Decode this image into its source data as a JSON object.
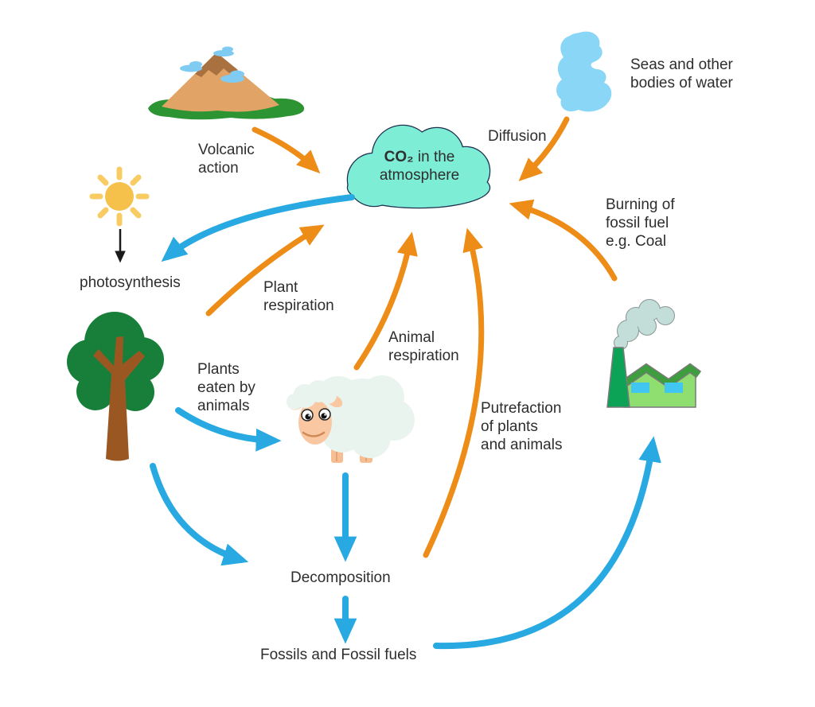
{
  "diagram": {
    "subject": "carbon-cycle",
    "cloud_label": {
      "co2": "CO₂",
      "line1_rest": " in the",
      "line2": "atmosphere"
    },
    "labels": {
      "volcanic_action": [
        "Volcanic",
        "action"
      ],
      "diffusion": [
        "Diffusion"
      ],
      "seas": [
        "Seas and other",
        "bodies of water"
      ],
      "burning_fossil_fuel": [
        "Burning of",
        "fossil fuel",
        "e.g. Coal"
      ],
      "photosynthesis": [
        "photosynthesis"
      ],
      "plant_respiration": [
        "Plant",
        "respiration"
      ],
      "animal_respiration": [
        "Animal",
        "respiration"
      ],
      "plants_eaten_by_animals": [
        "Plants",
        "eaten by",
        "animals"
      ],
      "putrefaction": [
        "Putrefaction",
        "of plants",
        "and animals"
      ],
      "decomposition": [
        "Decomposition"
      ],
      "fossils_and_fossil_fuels": [
        "Fossils and Fossil fuels"
      ]
    },
    "icons": [
      "volcano-icon",
      "sun-icon",
      "seas-icon",
      "co2-cloud-icon",
      "tree-icon",
      "sheep-icon",
      "factory-icon",
      "smoke-icon"
    ],
    "edges": [
      {
        "from": "volcano",
        "to": "atmosphere",
        "label": "Volcanic action",
        "color": "orange"
      },
      {
        "from": "seas",
        "to": "atmosphere",
        "label": "Diffusion",
        "color": "orange"
      },
      {
        "from": "factory",
        "to": "atmosphere",
        "label": "Burning of fossil fuel e.g. Coal",
        "color": "orange"
      },
      {
        "from": "tree",
        "to": "atmosphere",
        "label": "Plant respiration",
        "color": "orange"
      },
      {
        "from": "sheep",
        "to": "atmosphere",
        "label": "Animal respiration",
        "color": "orange"
      },
      {
        "from": "decomposition",
        "to": "atmosphere",
        "label": "Putrefaction of plants and animals",
        "color": "orange"
      },
      {
        "from": "atmosphere",
        "to": "photosynthesis",
        "label": "",
        "color": "blue"
      },
      {
        "from": "sun",
        "to": "photosynthesis",
        "label": "",
        "color": "black"
      },
      {
        "from": "tree",
        "to": "sheep",
        "label": "Plants eaten by animals",
        "color": "blue"
      },
      {
        "from": "sheep",
        "to": "decomposition",
        "label": "",
        "color": "blue"
      },
      {
        "from": "tree",
        "to": "decomposition",
        "label": "",
        "color": "blue"
      },
      {
        "from": "decomposition",
        "to": "fossil_fuels",
        "label": "",
        "color": "blue"
      },
      {
        "from": "fossil_fuels",
        "to": "factory",
        "label": "",
        "color": "blue"
      }
    ]
  },
  "colors": {
    "arrow_orange": "#ED8C16",
    "arrow_blue": "#29A9E2",
    "cloud_fill": "#7EEDD6",
    "cloud_outline": "#1E3050",
    "water_blue": "#89D6F7",
    "text": "#2E2E2E"
  }
}
